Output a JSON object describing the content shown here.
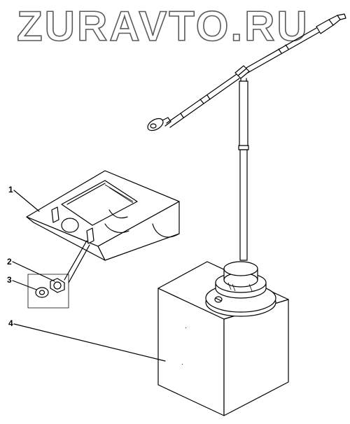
{
  "watermark": "ZURAVTO.RU",
  "callouts": [
    {
      "id": "1",
      "label": "1"
    },
    {
      "id": "2",
      "label": "2"
    },
    {
      "id": "3",
      "label": "3"
    },
    {
      "id": "4",
      "label": "4"
    }
  ]
}
